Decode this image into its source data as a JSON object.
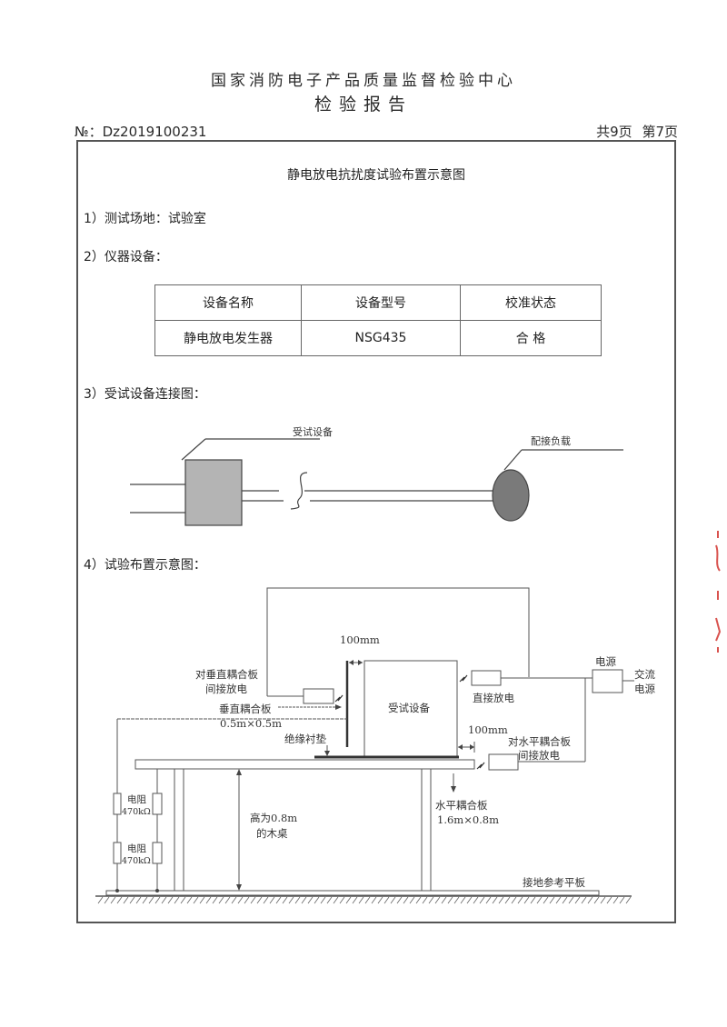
{
  "header": {
    "organization": "国家消防电子产品质量监督检验中心",
    "report_title": "检验报告",
    "report_no_label": "№：",
    "report_no": "Dz2019100231",
    "total_pages": "共9页",
    "current_page": "第7页"
  },
  "content": {
    "title": "静电放电抗扰度试验布置示意图",
    "section1": "1）测试场地：试验室",
    "section2": "2）仪器设备：",
    "equipment_table": {
      "headers": [
        "设备名称",
        "设备型号",
        "校准状态"
      ],
      "rows": [
        [
          "静电放电发生器",
          "NSG435",
          "合 格"
        ]
      ]
    },
    "section3": "3）受试设备连接图：",
    "connection_diagram": {
      "eut_label": "受试设备",
      "load_label": "配接负载"
    },
    "section4": "4）试验布置示意图：",
    "layout_diagram": {
      "indirect_vertical_l1": "对垂直耦合板",
      "indirect_vertical_l2": "间接放电",
      "distance_top": "100mm",
      "vertical_plane_l1": "垂直耦合板",
      "vertical_plane_l2": "0.5m×0.5m",
      "eut": "受试设备",
      "direct_discharge": "直接放电",
      "power_label": "电源",
      "ac_l1": "交流",
      "ac_l2": "电源",
      "distance_right": "100mm",
      "indirect_horizontal_l1": "对水平耦合板",
      "indirect_horizontal_l2": "间接放电",
      "insulation": "绝缘衬垫",
      "resistor1_label": "电阻",
      "resistor1_value": "470kΩ",
      "resistor2_label": "电阻",
      "resistor2_value": "470kΩ",
      "table_height_l1": "高为0.8m",
      "table_height_l2": "的木桌",
      "horizontal_plane_l1": "水平耦合板",
      "horizontal_plane_l2": "1.6m×0.8m",
      "ground_plane": "接地参考平板"
    }
  }
}
